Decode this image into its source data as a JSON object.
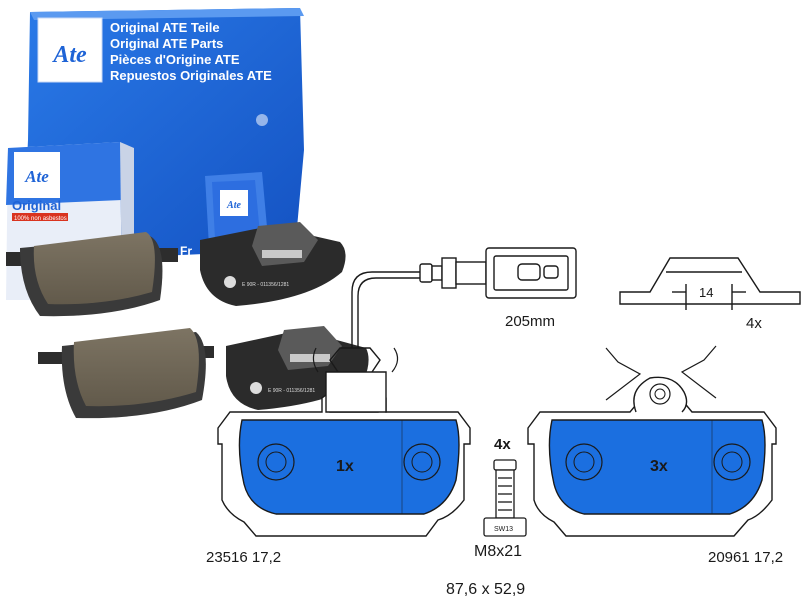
{
  "box": {
    "brand": "Ate",
    "lines": [
      "Original ATE Teile",
      "Original ATE Parts",
      "Pièces d'Origine ATE",
      "Repuestos Originales ATE"
    ],
    "small_brand": "Ate",
    "small_original": "Original",
    "small_tagline": "100% non asbestos",
    "pad_code": "E 90R - 011356/1281",
    "side_text": "Fr"
  },
  "diagram": {
    "sensor_length": "205mm",
    "clip_dim": "14",
    "clip_count": "4x",
    "left_pad_count": "1x",
    "right_pad_count": "3x",
    "bolt_count": "4x",
    "bolt_wrench": "SW13",
    "bolt_size": "M8x21",
    "left_pad_code": "23516 17,2",
    "right_pad_code": "20961 17,2",
    "pad_dimensions": "87,6 x 52,9"
  },
  "colors": {
    "ate_blue": "#1e63d6",
    "pad_blue": "#1b6fe0",
    "friction": "#6f6656",
    "backplate": "#2a2a2a"
  }
}
